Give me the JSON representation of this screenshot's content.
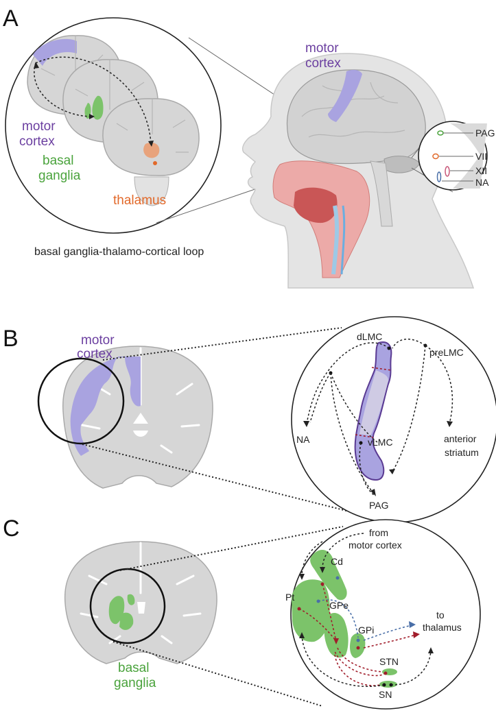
{
  "panels": {
    "a": {
      "letter": "A",
      "inset_labels": {
        "motor_cortex": "motor\ncortex",
        "basal_ganglia": "basal\nganglia",
        "thalamus": "thalamus"
      },
      "head_labels": {
        "motor_cortex": "motor\ncortex"
      },
      "brainstem_labels": [
        "PAG",
        "VII",
        "XII",
        "NA"
      ],
      "caption": "basal ganglia-thalamo-cortical loop"
    },
    "b": {
      "letter": "B",
      "brain_label": "motor\ncortex",
      "inset_labels": [
        "dLMC",
        "preLMC",
        "NA",
        "vLMC",
        "anterior",
        "striatum",
        "PAG"
      ]
    },
    "c": {
      "letter": "C",
      "brain_label": "basal\nganglia",
      "inset_labels": [
        "from",
        "motor cortex",
        "Cd",
        "Pt",
        "GPe",
        "GPi",
        "to",
        "thalamus",
        "STN",
        "SN"
      ]
    }
  },
  "colors": {
    "motor_cortex": "#6b3fa0",
    "motor_cortex_fill": "#a9a3e0",
    "basal_ganglia": "#4aa33c",
    "basal_ganglia_fill": "#7cc36a",
    "thalamus": "#e2692a",
    "pathway_red": "#a11d2b",
    "pathway_blue": "#4a6fa8"
  }
}
